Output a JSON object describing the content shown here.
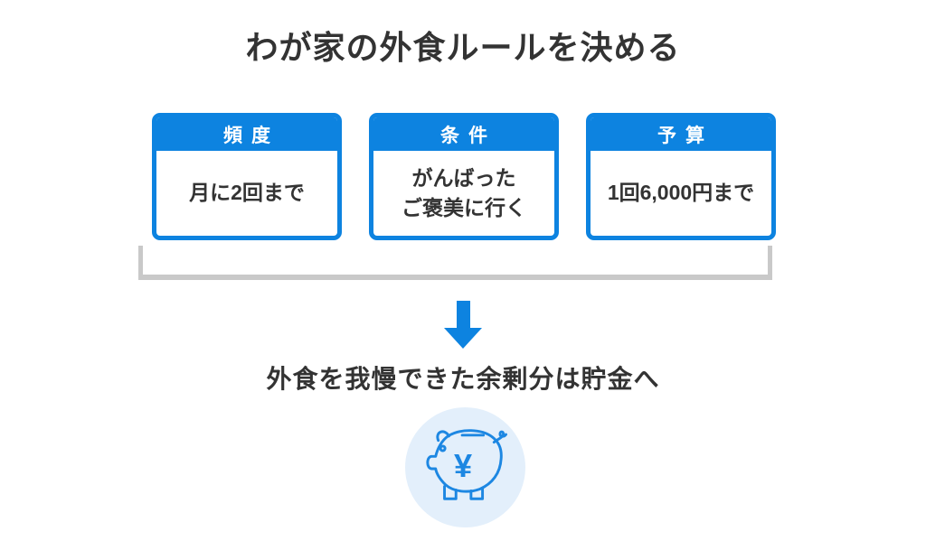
{
  "title": "わが家の外食ルールを決める",
  "cards": [
    {
      "header": "頻度",
      "body": "月に2回まで"
    },
    {
      "header": "条件",
      "body": "がんばった\nご褒美に行く"
    },
    {
      "header": "予算",
      "body": "1回6,000円まで"
    }
  ],
  "conclusion": "外食を我慢できた余剰分は貯金へ",
  "piggy": {
    "symbol": "¥"
  },
  "colors": {
    "accent_blue": "#0d83e0",
    "piggy_stroke": "#1d87e2",
    "text_dark": "#333333",
    "header_text": "#ffffff",
    "bracket_gray": "#c9c9c9",
    "piggy_circle_bg": "#e3effb"
  }
}
